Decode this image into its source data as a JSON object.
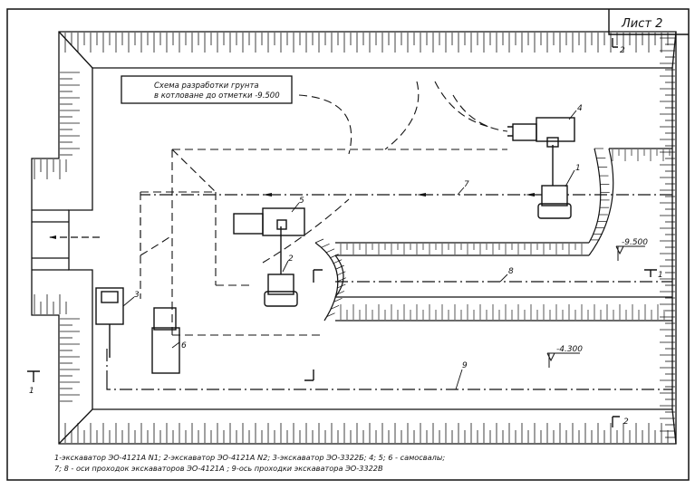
{
  "sheet": {
    "label": "Лист 2"
  },
  "title": {
    "line1": "Схема разработки грунта",
    "line2": "в котловане до отметки -9.500"
  },
  "elevations": {
    "upper": "-9.500",
    "lower": "-4.300"
  },
  "section_marks": {
    "s1": "1",
    "s2": "2"
  },
  "numbers": {
    "n1": "1",
    "n2": "2",
    "n3": "3",
    "n4": "4",
    "n5": "5",
    "n6": "6",
    "n7": "7",
    "n8": "8",
    "n9": "9"
  },
  "legend": {
    "line1": "1-экскаватор ЭО-4121А N1;  2-экскаватор ЭО-4121А N2;  3-экскаватор ЭО-3322Б;  4; 5; 6 - самосвалы;",
    "line2": "7; 8 - оси проходок экскаваторов ЭО-4121А ;   9-ось проходки экскаватора ЭО-3322В"
  }
}
